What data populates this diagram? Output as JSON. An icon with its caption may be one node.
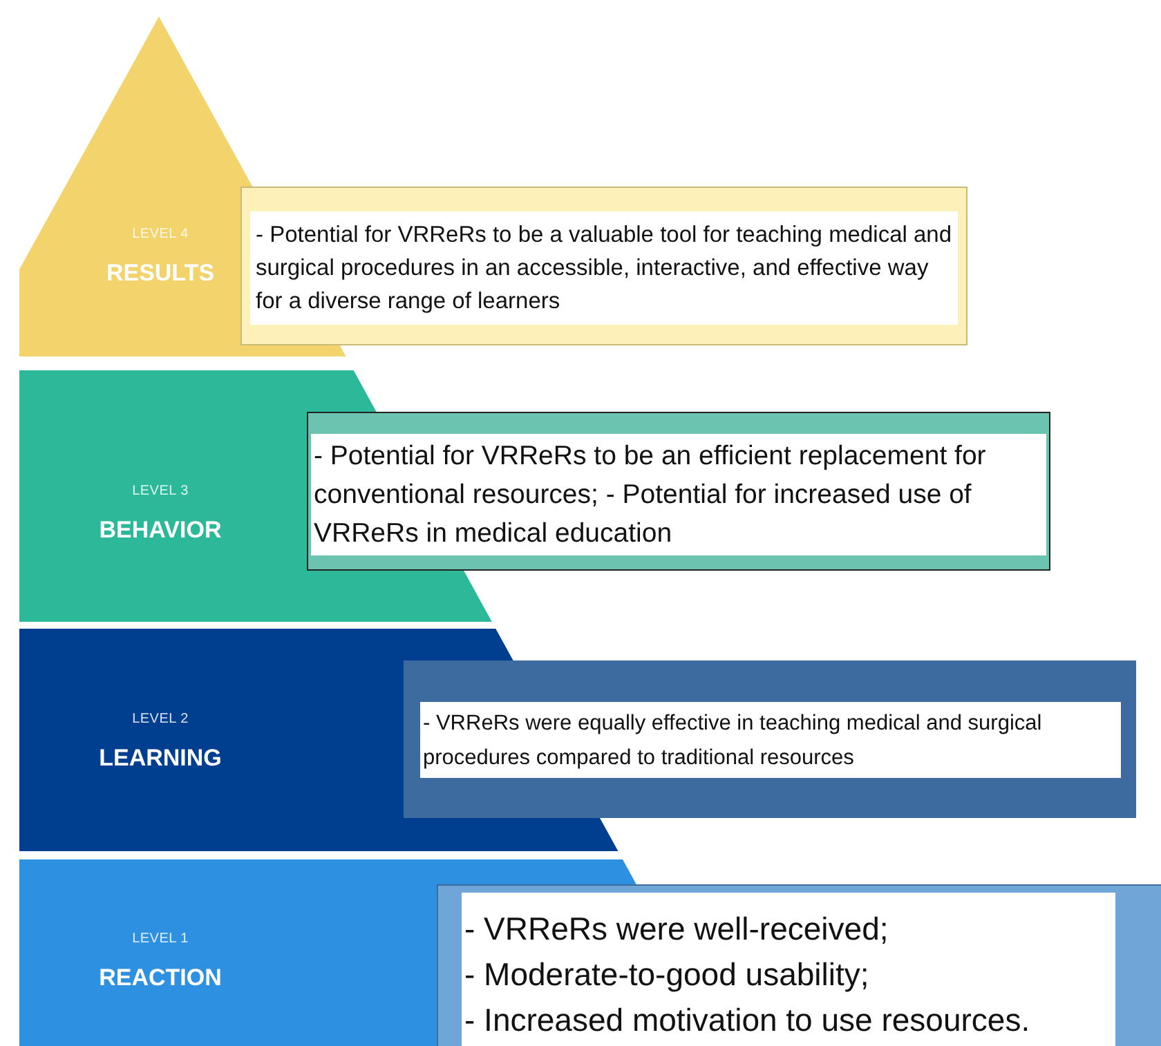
{
  "diagram": {
    "nodes": [
      {
        "text": [
          "LEVEL 4",
          "RESULTS"
        ]
      },
      {
        "text": [
          "- Potential for VRReRs to be a valuable tool for teaching medical and surgical procedures in an accessible, interactive, and effective way for a diverse range of learners"
        ]
      },
      {
        "text": [
          "LEVEL 3",
          "BEHAVIOR"
        ]
      },
      {
        "text": [
          "- Potential for VRReRs to be an efficient replacement for conventional resources; - Potential for increased use of VRReRs in medical education"
        ]
      },
      {
        "text": [
          "LEVEL 2",
          "LEARNING"
        ]
      },
      {
        "text": [
          "- VRReRs were equally effective in teaching medical and surgical procedures compared to traditional resources"
        ]
      },
      {
        "text": [
          "LEVEL 1",
          "REACTION"
        ]
      },
      {
        "text": [
          "- VRReRs were well-received;",
          "- Moderate-to-good usability;",
          "- Increased motivation to use resources."
        ]
      }
    ]
  }
}
